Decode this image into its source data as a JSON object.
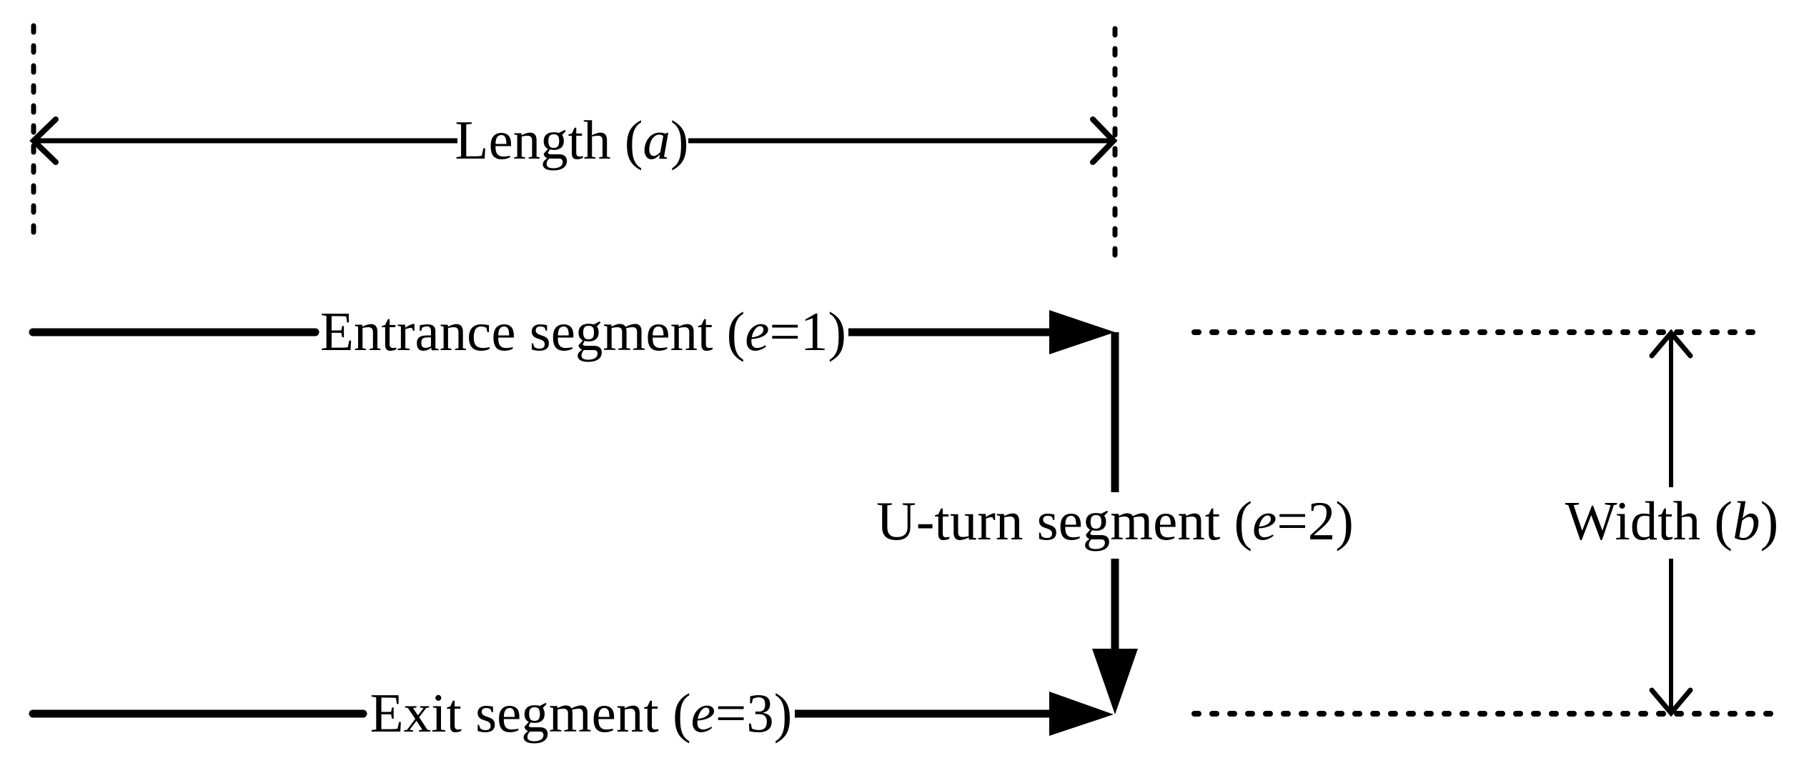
{
  "figure": {
    "colors": {
      "ink": "#000000",
      "background": "#ffffff"
    },
    "length_dimension": {
      "label": {
        "prefix": "Length (",
        "variable": "a",
        "suffix": ")"
      }
    },
    "entrance_segment": {
      "label": {
        "prefix": "Entrance segment (",
        "variable": "e",
        "suffix": "=1)"
      }
    },
    "uturn_segment": {
      "label": {
        "prefix": "U-turn segment (",
        "variable": "e",
        "suffix": "=2)"
      }
    },
    "exit_segment": {
      "label": {
        "prefix": "Exit segment (",
        "variable": "e",
        "suffix": "=3)"
      }
    },
    "width_dimension": {
      "label": {
        "prefix": "Width (",
        "variable": "b",
        "suffix": ")"
      }
    }
  }
}
